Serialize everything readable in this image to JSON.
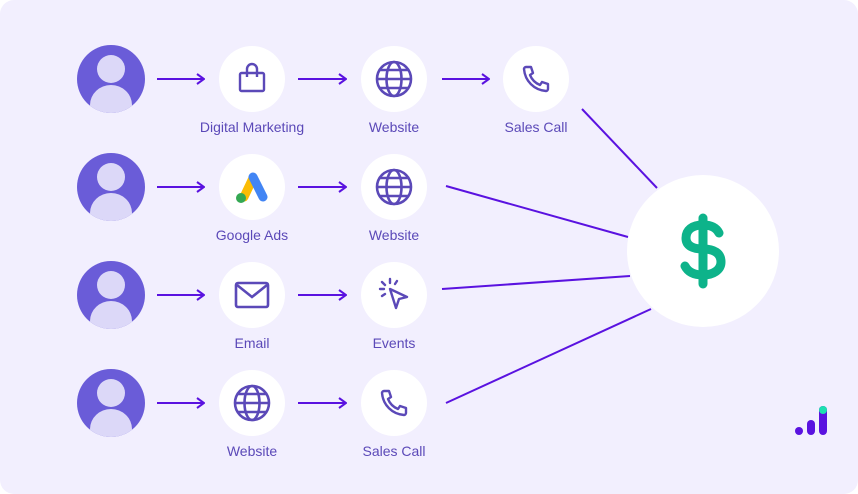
{
  "rows": [
    {
      "steps": [
        {
          "icon": "shopping-bag-icon",
          "label": "Digital Marketing"
        },
        {
          "icon": "globe-icon",
          "label": "Website"
        },
        {
          "icon": "phone-icon",
          "label": "Sales Call"
        }
      ]
    },
    {
      "steps": [
        {
          "icon": "google-ads-icon",
          "label": "Google Ads"
        },
        {
          "icon": "globe-icon",
          "label": "Website"
        }
      ]
    },
    {
      "steps": [
        {
          "icon": "mail-icon",
          "label": "Email"
        },
        {
          "icon": "cursor-click-icon",
          "label": "Events"
        }
      ]
    },
    {
      "steps": [
        {
          "icon": "globe-icon",
          "label": "Website"
        },
        {
          "icon": "phone-icon",
          "label": "Sales Call"
        }
      ]
    }
  ],
  "target": {
    "icon": "dollar-icon"
  },
  "colors": {
    "accent": "#5a12e0",
    "icon": "#5b49b8",
    "money": "#0db38a",
    "avatar": "#6a5cd8",
    "background": "#f2effe"
  }
}
